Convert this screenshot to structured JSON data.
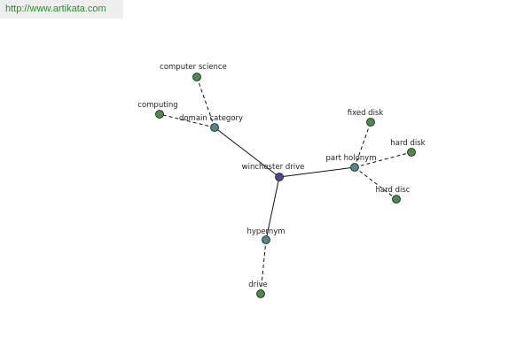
{
  "header": {
    "url": "http://www.artikata.com"
  },
  "graph": {
    "center": {
      "label": "winchester drive",
      "color": "#4a4a8a"
    },
    "relations": {
      "domain_category": {
        "label": "domain category",
        "color": "#4a8a8a"
      },
      "part_holonym": {
        "label": "part holonym",
        "color": "#4a8a8a"
      },
      "hypernym": {
        "label": "hypernym",
        "color": "#4a8a8a"
      }
    },
    "terms": {
      "computer_science": {
        "label": "computer science",
        "color": "#4a8a4a"
      },
      "computing": {
        "label": "computing",
        "color": "#4a8a4a"
      },
      "fixed_disk": {
        "label": "fixed disk",
        "color": "#4a8a4a"
      },
      "hard_disk": {
        "label": "hard disk",
        "color": "#4a8a4a"
      },
      "hard_disc": {
        "label": "hard disc",
        "color": "#4a8a4a"
      },
      "drive": {
        "label": "drive",
        "color": "#4a8a4a"
      }
    }
  }
}
